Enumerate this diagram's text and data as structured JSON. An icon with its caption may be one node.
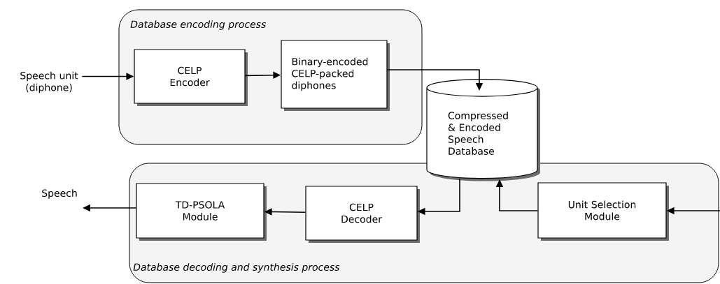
{
  "diagram": {
    "nodes": [
      {
        "text": [
          "Database encoding process"
        ]
      },
      {
        "text": [
          "Speech unit (diphone)"
        ]
      },
      {
        "text": [
          "CELP Encoder"
        ],
        "in": 0
      },
      {
        "text": [
          "Binary-encoded CELP-packed diphones"
        ],
        "in": 0
      },
      {
        "text": [
          "Compressed & Encoded Speech Database"
        ]
      },
      {
        "text": [
          "Database decoding and synthesis process"
        ]
      },
      {
        "text": [
          "Speech"
        ]
      },
      {
        "text": [
          "TD-PSOLA Module"
        ],
        "in": 5
      },
      {
        "text": [
          "CELP Decoder"
        ],
        "in": 5
      },
      {
        "text": [
          "Unit Selection Module"
        ],
        "in": 5
      }
    ],
    "edges": [
      {
        "from": 1,
        "to": 2,
        "arrow": "to"
      },
      {
        "from": 2,
        "to": 3,
        "arrow": "to"
      },
      {
        "from": 3,
        "to": 4,
        "arrow": "to"
      },
      {
        "from": 4,
        "to": 8,
        "arrow": "to"
      },
      {
        "from": 9,
        "to": 4,
        "arrow": "to"
      },
      {
        "from": 8,
        "to": 7,
        "arrow": "to"
      },
      {
        "from": 7,
        "to": 6,
        "arrow": "to"
      },
      {
        "from": null,
        "to": 9,
        "arrow": "to"
      }
    ]
  }
}
